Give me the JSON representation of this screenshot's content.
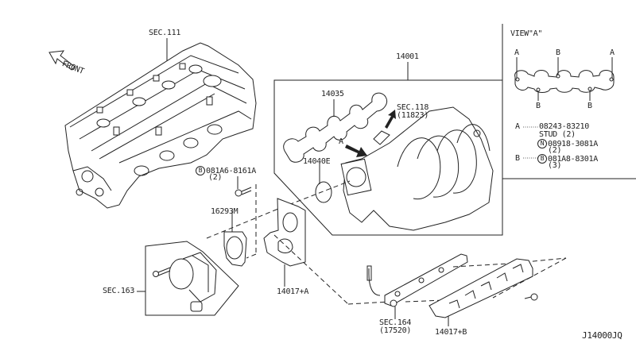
{
  "diagram": {
    "drawing_id": "J14000JQ",
    "direction_indicator": {
      "icon": "front-arrow-icon",
      "label": "FRONT"
    },
    "view_inset": {
      "title": "VIEW\"A\"",
      "markers": [
        "A",
        "B",
        "A",
        "B",
        "B"
      ],
      "legend": [
        {
          "key": "A",
          "part_number": "08243-83210",
          "description": "STUD",
          "qty": "(2)"
        },
        {
          "key": "",
          "badge": "N",
          "part_number": "08918-3081A",
          "qty": "(2)"
        },
        {
          "key": "B",
          "badge": "B",
          "part_number": "081A8-8301A",
          "qty": "(3)"
        }
      ]
    },
    "parts": [
      {
        "id": "sec111",
        "label": "SEC.111",
        "name": "cylinder-head-cover"
      },
      {
        "id": "p14001",
        "label": "14001",
        "name": "intake-manifold"
      },
      {
        "id": "p14035",
        "label": "14035",
        "name": "manifold-gasket"
      },
      {
        "id": "sec118",
        "label": "SEC.118",
        "sub": "(11823)",
        "name": "pcv-hose"
      },
      {
        "id": "arrowA",
        "label": "A",
        "name": "view-a-arrow"
      },
      {
        "id": "p14040E",
        "label": "14040E",
        "name": "o-ring"
      },
      {
        "id": "bolt",
        "badge": "B",
        "label": "081A6-8161A",
        "qty": "(2)",
        "name": "bolt"
      },
      {
        "id": "p16293M",
        "label": "16293M",
        "name": "throttle-gasket"
      },
      {
        "id": "sec163",
        "label": "SEC.163",
        "name": "throttle-body"
      },
      {
        "id": "p14017A",
        "label": "14017+A",
        "name": "bracket-a"
      },
      {
        "id": "sec164",
        "label": "SEC.164",
        "sub": "(17520)",
        "name": "fuel-rail"
      },
      {
        "id": "p14017B",
        "label": "14017+B",
        "name": "cover-b"
      }
    ]
  }
}
